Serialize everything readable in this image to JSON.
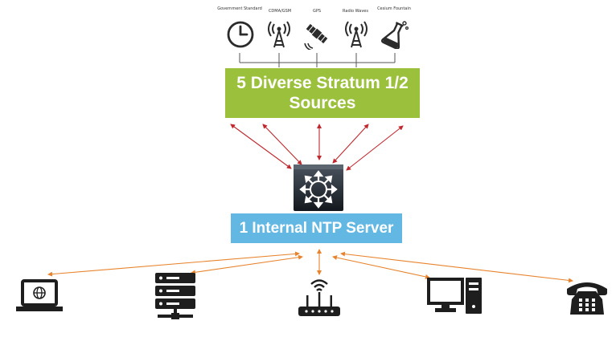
{
  "sources": {
    "items": [
      {
        "label": "Government Standard",
        "icon": "clock-icon"
      },
      {
        "label": "CDMA/GSM",
        "icon": "cell-tower-icon"
      },
      {
        "label": "GPS",
        "icon": "satellite-icon"
      },
      {
        "label": "Radio Waves",
        "icon": "radio-tower-icon"
      },
      {
        "label": "Cesium Fountain",
        "icon": "flask-icon"
      }
    ],
    "box_label": "5 Diverse Stratum 1/2\nSources",
    "box_color": "#9bc03b"
  },
  "server": {
    "icon": "router-icon",
    "box_label": "1 Internal NTP Server",
    "box_color": "#62b7e3"
  },
  "clients": [
    {
      "icon": "laptop-icon"
    },
    {
      "icon": "server-rack-icon"
    },
    {
      "icon": "wifi-router-icon"
    },
    {
      "icon": "desktop-computer-icon"
    },
    {
      "icon": "telephone-icon"
    }
  ],
  "colors": {
    "upper_arrows": "#c0282d",
    "lower_arrows": "#e8832c",
    "icons": "#2b2b2b"
  }
}
